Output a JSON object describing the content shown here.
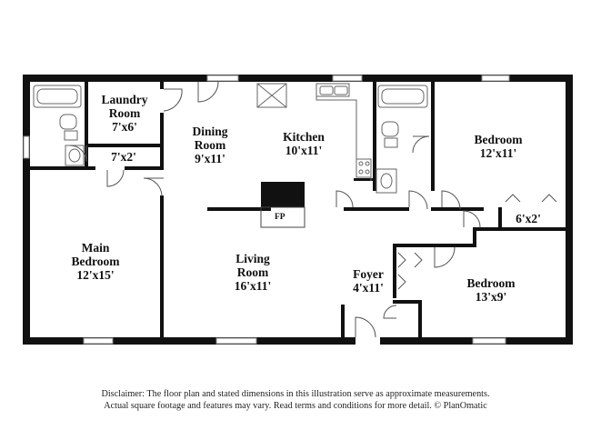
{
  "rooms": {
    "laundry": {
      "name_line1": "Laundry",
      "name_line2": "Room",
      "dims": "7'x6'"
    },
    "closet_small": {
      "dims": "7'x2'"
    },
    "dining": {
      "name_line1": "Dining",
      "name_line2": "Room",
      "dims": "9'x11'"
    },
    "kitchen": {
      "name": "Kitchen",
      "dims": "10'x11'"
    },
    "bedroom_top": {
      "name": "Bedroom",
      "dims": "12'x11'"
    },
    "closet_right": {
      "dims": "6'x2'"
    },
    "main_bedroom": {
      "name_line1": "Main",
      "name_line2": "Bedroom",
      "dims": "12'x15'"
    },
    "living": {
      "name_line1": "Living",
      "name_line2": "Room",
      "dims": "16'x11'"
    },
    "foyer": {
      "name": "Foyer",
      "dims": "4'x11'"
    },
    "bedroom_bottom": {
      "name": "Bedroom",
      "dims": "13'x9'"
    }
  },
  "fireplace": {
    "label": "FP"
  },
  "disclaimer": {
    "line1": "Disclaimer: The floor plan and stated dimensions in this illustration serve as approximate measurements.",
    "line2": "Actual square footage and features may vary. Read terms and conditions for more detail. © PlanOmatic"
  },
  "colors": {
    "wall": "#111111",
    "fixture": "#666666",
    "window": "#888888",
    "background": "#ffffff"
  }
}
